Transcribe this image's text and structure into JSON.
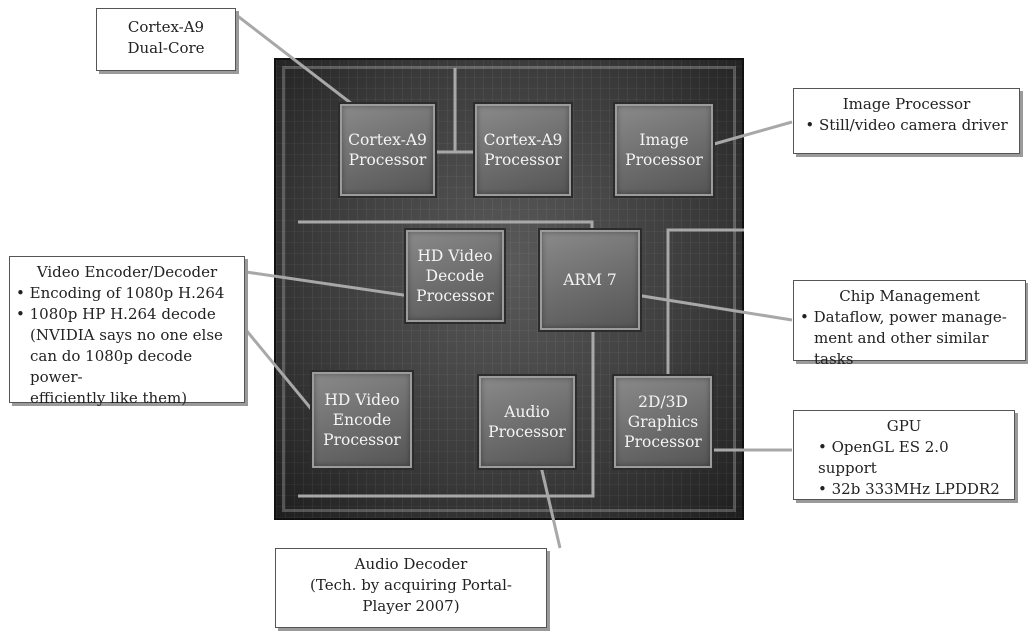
{
  "blocks": {
    "cortex_a9_1": "Cortex-A9\nProcessor",
    "cortex_a9_2": "Cortex-A9\nProcessor",
    "image_processor": "Image\nProcessor",
    "hd_video_decode": "HD Video\nDecode\nProcessor",
    "arm7": "ARM 7",
    "hd_video_encode": "HD Video\nEncode\nProcessor",
    "audio_processor": "Audio\nProcessor",
    "graphics_processor": "2D/3D\nGraphics\nProcessor"
  },
  "callouts": {
    "cortex_dual": {
      "title": "Cortex-A9\nDual-Core"
    },
    "image_processor": {
      "title": "Image Processor",
      "lines": [
        "• Still/video camera driver"
      ]
    },
    "video_codec": {
      "title": "Video Encoder/Decoder",
      "lines": [
        "• Encoding of 1080p H.264",
        "• 1080p HP H.264 decode",
        "(NVIDIA says no one else",
        "can do 1080p decode power-",
        "efficiently like them)"
      ]
    },
    "chip_management": {
      "title": "Chip Management",
      "lines": [
        "• Dataflow, power manage-",
        "ment and other similar tasks"
      ]
    },
    "gpu": {
      "title": "GPU",
      "lines": [
        "• OpenGL ES 2.0 support",
        "• 32b 333MHz LPDDR2"
      ]
    },
    "audio_decoder": {
      "title": "Audio Decoder",
      "lines": [
        "(Tech. by acquiring Portal-",
        "Player 2007)"
      ]
    }
  },
  "colors": {
    "die_dark": "#2e2e2e",
    "block_fill": "#7a7a7a",
    "connector": "#9a9a9a",
    "callout_border": "#555555"
  }
}
